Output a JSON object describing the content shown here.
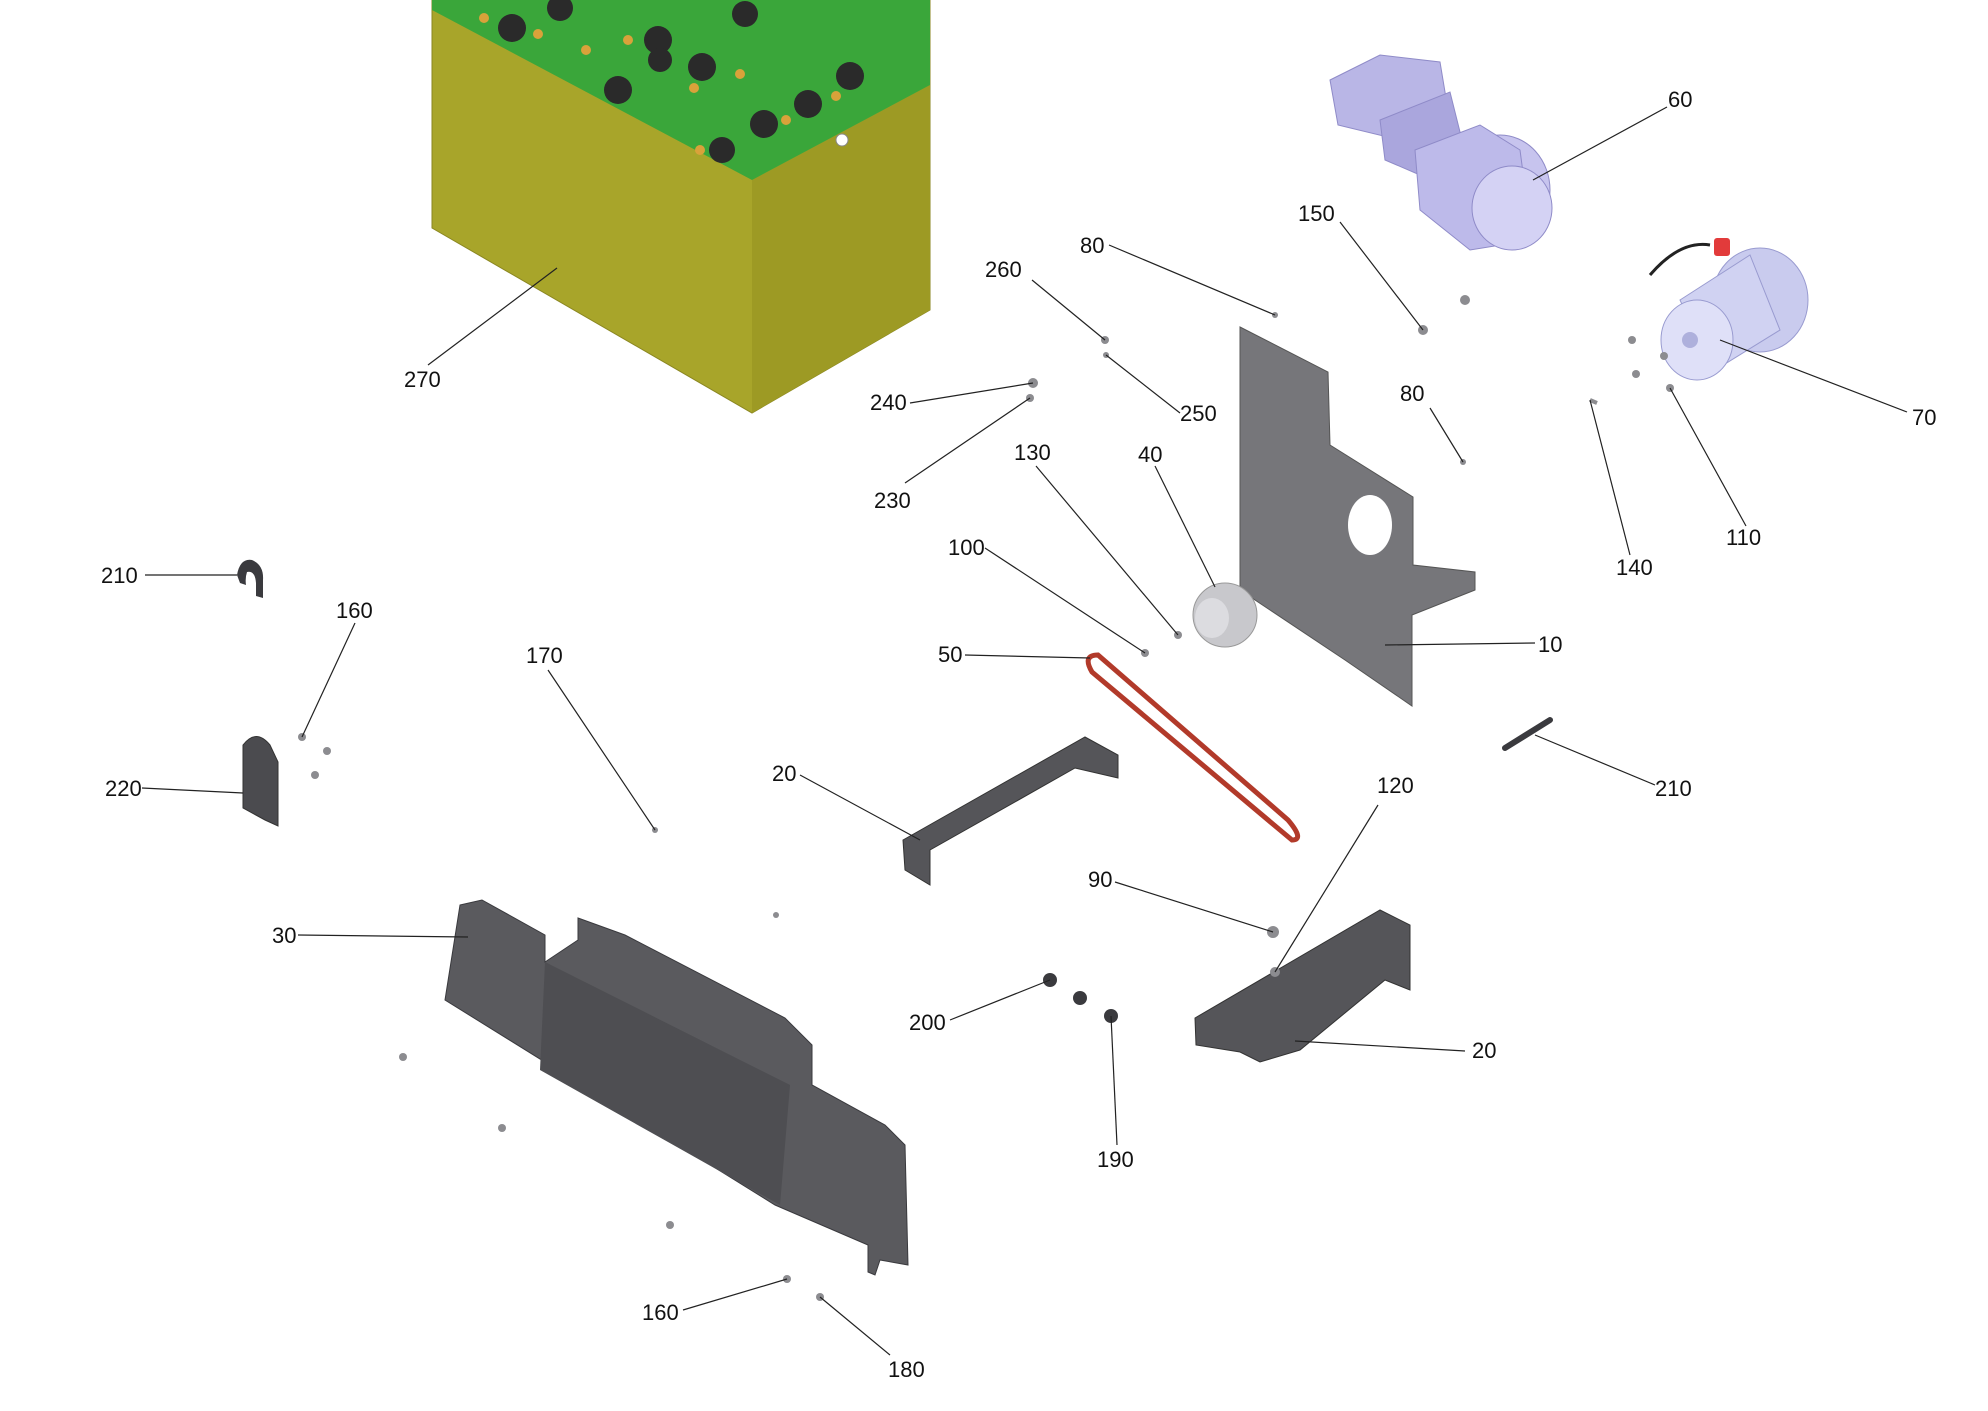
{
  "labels": {
    "l270": "270",
    "l60": "60",
    "l150": "150",
    "l80a": "80",
    "l260": "260",
    "l70": "70",
    "l240": "240",
    "l250": "250",
    "l80b": "80",
    "l230": "230",
    "l130": "130",
    "l40": "40",
    "l140": "140",
    "l110": "110",
    "l210a": "210",
    "l100": "100",
    "l160a": "160",
    "l170": "170",
    "l50": "50",
    "l10": "10",
    "l220": "220",
    "l20a": "20",
    "l210b": "210",
    "l120": "120",
    "l90": "90",
    "l30": "30",
    "l200": "200",
    "l20b": "20",
    "l190": "190",
    "l160b": "160",
    "l180": "180"
  },
  "colors": {
    "battery_case": "#a8a52a",
    "battery_top": "#3aa63a",
    "sheet_metal": "#6e6e72",
    "belt": "#c0392b",
    "pump": "#b9b6e6",
    "motor": "#c7c8ee",
    "pulley": "#c8c8cc"
  }
}
